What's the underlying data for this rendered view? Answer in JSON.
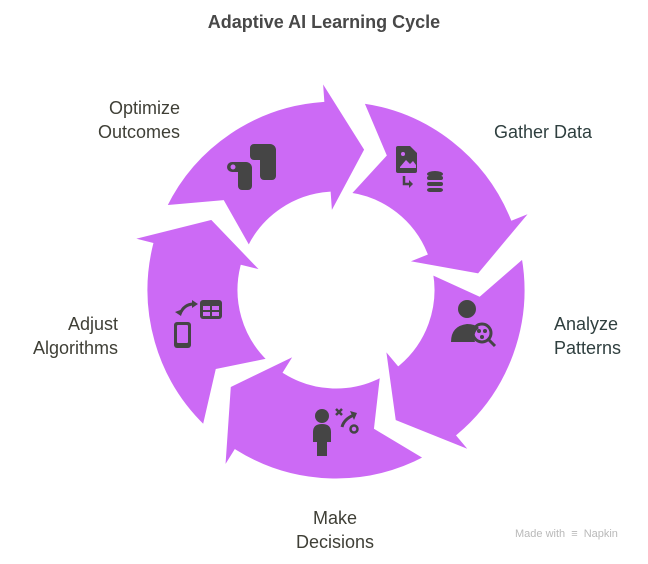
{
  "title": "Adaptive AI Learning Cycle",
  "colors": {
    "segment_fill": "#CC6AF5",
    "icon": "#454545",
    "title": "#484848",
    "label": "#3f3f36",
    "footer": "#b9b9b9"
  },
  "steps": [
    {
      "label_lines": [
        "Gather",
        "Data"
      ],
      "label": "Gather Data",
      "icon": "file-to-database-icon"
    },
    {
      "label_lines": [
        "Analyze",
        "Patterns"
      ],
      "label": "Analyze Patterns",
      "icon": "user-search-icon"
    },
    {
      "label_lines": [
        "Make",
        "Decisions"
      ],
      "label": "Make Decisions",
      "icon": "person-strategy-icon"
    },
    {
      "label_lines": [
        "Adjust",
        "Algorithms"
      ],
      "label": "Adjust Algorithms",
      "icon": "device-sync-icon"
    },
    {
      "label_lines": [
        "Optimize",
        "Outcomes"
      ],
      "label": "Optimize Outcomes",
      "icon": "optimize-icon"
    }
  ],
  "footer": {
    "prefix": "Made with",
    "brand": "Napkin",
    "icon": "napkin-logo-icon"
  }
}
